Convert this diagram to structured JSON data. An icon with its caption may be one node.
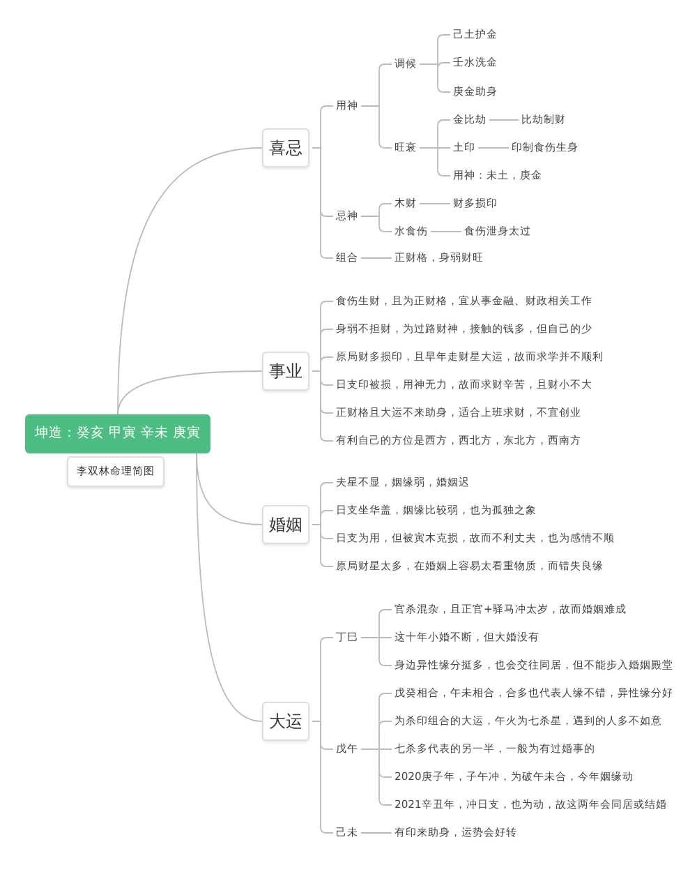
{
  "diagram": {
    "nodes": [
      {
        "text": [
          "坤造：癸亥 甲寅 辛未 庚寅"
        ]
      },
      {
        "text": [
          "李双林命理简图"
        ]
      },
      {
        "text": [
          "喜忌"
        ]
      },
      {
        "text": [
          "用神"
        ]
      },
      {
        "text": [
          "调候"
        ]
      },
      {
        "text": [
          "己土护金"
        ]
      },
      {
        "text": [
          "壬水洗金"
        ]
      },
      {
        "text": [
          "庚金助身"
        ]
      },
      {
        "text": [
          "旺衰"
        ]
      },
      {
        "text": [
          "金比劫"
        ]
      },
      {
        "text": [
          "比劫制财"
        ]
      },
      {
        "text": [
          "土印"
        ]
      },
      {
        "text": [
          "印制食伤生身"
        ]
      },
      {
        "text": [
          "用神：未土，庚金"
        ]
      },
      {
        "text": [
          "忌神"
        ]
      },
      {
        "text": [
          "木财"
        ]
      },
      {
        "text": [
          "财多损印"
        ]
      },
      {
        "text": [
          "水食伤"
        ]
      },
      {
        "text": [
          "食伤泄身太过"
        ]
      },
      {
        "text": [
          "组合"
        ]
      },
      {
        "text": [
          "正财格，身弱财旺"
        ]
      },
      {
        "text": [
          "事业"
        ]
      },
      {
        "text": [
          "食伤生财，且为正财格，宜从事金融、财政相关工作"
        ]
      },
      {
        "text": [
          "身弱不担财，为过路财神，接触的钱多，但自己的少"
        ]
      },
      {
        "text": [
          "原局财多损印，且早年走财星大运，故而求学并不顺利"
        ]
      },
      {
        "text": [
          "日支印被损，用神无力，故而求财辛苦，且财小不大"
        ]
      },
      {
        "text": [
          "正财格且大运不来助身，适合上班求财，不宜创业"
        ]
      },
      {
        "text": [
          "有利自己的方位是西方，西北方，东北方，西南方"
        ]
      },
      {
        "text": [
          "婚姻"
        ]
      },
      {
        "text": [
          "夫星不显，姻缘弱，婚姻迟"
        ]
      },
      {
        "text": [
          "日支坐华盖，姻缘比较弱，也为孤独之象"
        ]
      },
      {
        "text": [
          "日支为用，但被寅木克损，故而不利丈夫，也为感情不顺"
        ]
      },
      {
        "text": [
          "原局财星太多，在婚姻上容易太看重物质，而错失良缘"
        ]
      },
      {
        "text": [
          "大运"
        ]
      },
      {
        "text": [
          "丁巳"
        ]
      },
      {
        "text": [
          "官杀混杂，且正官+驿马冲太岁，故而婚姻难成"
        ]
      },
      {
        "text": [
          "这十年小婚不断，但大婚没有"
        ]
      },
      {
        "text": [
          "身边异性缘分挺多，也会交往同居，但不能步入婚姻殿堂"
        ]
      },
      {
        "text": [
          "戊午"
        ]
      },
      {
        "text": [
          "戊癸相合，午未相合，合多也代表人缘不错，异性缘分好"
        ]
      },
      {
        "text": [
          "为杀印组合的大运，午火为七杀星，遇到的人多不如意"
        ]
      },
      {
        "text": [
          "七杀多代表的另一半，一般为有过婚事的"
        ]
      },
      {
        "text": [
          "2020庚子年，子午冲，为破午未合，今年姻缘动"
        ]
      },
      {
        "text": [
          "2021辛丑年，冲日支，也为动，故这两年会同居或结婚"
        ]
      },
      {
        "text": [
          "己未"
        ]
      },
      {
        "text": [
          "有印来助身，运势会好转"
        ]
      }
    ],
    "edges": [
      {
        "from": 0,
        "to": 2,
        "arrow": "none"
      },
      {
        "from": 0,
        "to": 21,
        "arrow": "none"
      },
      {
        "from": 0,
        "to": 28,
        "arrow": "none"
      },
      {
        "from": 0,
        "to": 33,
        "arrow": "none"
      },
      {
        "from": 2,
        "to": 3,
        "arrow": "none"
      },
      {
        "from": 2,
        "to": 14,
        "arrow": "none"
      },
      {
        "from": 2,
        "to": 19,
        "arrow": "none"
      },
      {
        "from": 3,
        "to": 4,
        "arrow": "none"
      },
      {
        "from": 3,
        "to": 8,
        "arrow": "none"
      },
      {
        "from": 4,
        "to": 5,
        "arrow": "none"
      },
      {
        "from": 4,
        "to": 6,
        "arrow": "none"
      },
      {
        "from": 4,
        "to": 7,
        "arrow": "none"
      },
      {
        "from": 8,
        "to": 9,
        "arrow": "none"
      },
      {
        "from": 8,
        "to": 11,
        "arrow": "none"
      },
      {
        "from": 8,
        "to": 13,
        "arrow": "none"
      },
      {
        "from": 9,
        "to": 10,
        "arrow": "none"
      },
      {
        "from": 11,
        "to": 12,
        "arrow": "none"
      },
      {
        "from": 14,
        "to": 15,
        "arrow": "none"
      },
      {
        "from": 14,
        "to": 17,
        "arrow": "none"
      },
      {
        "from": 15,
        "to": 16,
        "arrow": "none"
      },
      {
        "from": 17,
        "to": 18,
        "arrow": "none"
      },
      {
        "from": 19,
        "to": 20,
        "arrow": "none"
      },
      {
        "from": 21,
        "to": 22,
        "arrow": "none"
      },
      {
        "from": 21,
        "to": 23,
        "arrow": "none"
      },
      {
        "from": 21,
        "to": 24,
        "arrow": "none"
      },
      {
        "from": 21,
        "to": 25,
        "arrow": "none"
      },
      {
        "from": 21,
        "to": 26,
        "arrow": "none"
      },
      {
        "from": 21,
        "to": 27,
        "arrow": "none"
      },
      {
        "from": 28,
        "to": 29,
        "arrow": "none"
      },
      {
        "from": 28,
        "to": 30,
        "arrow": "none"
      },
      {
        "from": 28,
        "to": 31,
        "arrow": "none"
      },
      {
        "from": 28,
        "to": 32,
        "arrow": "none"
      },
      {
        "from": 33,
        "to": 34,
        "arrow": "none"
      },
      {
        "from": 33,
        "to": 38,
        "arrow": "none"
      },
      {
        "from": 33,
        "to": 44,
        "arrow": "none"
      },
      {
        "from": 34,
        "to": 35,
        "arrow": "none"
      },
      {
        "from": 34,
        "to": 36,
        "arrow": "none"
      },
      {
        "from": 34,
        "to": 37,
        "arrow": "none"
      },
      {
        "from": 38,
        "to": 39,
        "arrow": "none"
      },
      {
        "from": 38,
        "to": 40,
        "arrow": "none"
      },
      {
        "from": 38,
        "to": 41,
        "arrow": "none"
      },
      {
        "from": 38,
        "to": 42,
        "arrow": "none"
      },
      {
        "from": 38,
        "to": 43,
        "arrow": "none"
      },
      {
        "from": 44,
        "to": 45,
        "arrow": "none"
      }
    ]
  }
}
